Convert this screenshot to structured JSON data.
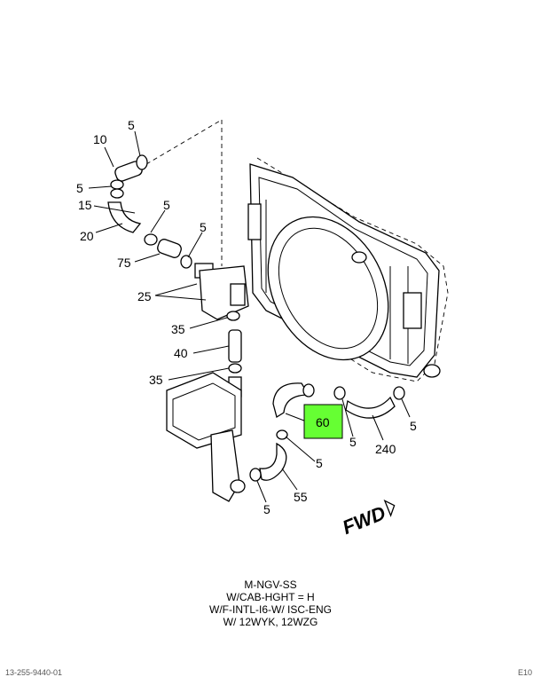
{
  "callouts": {
    "c5a": "5",
    "c10": "10",
    "c5b": "5",
    "c15": "15",
    "c5c": "5",
    "c20": "20",
    "c5d": "5",
    "c75": "75",
    "c25": "25",
    "c35a": "35",
    "c40": "40",
    "c35b": "35",
    "c60": "60",
    "c5e": "5",
    "c5f": "5",
    "c240": "240",
    "c5g": "5",
    "c5h": "5",
    "c55": "55"
  },
  "fwd_label": "FWD",
  "highlight_color": "#66ff33",
  "caption": {
    "line1": "M-NGV-SS",
    "line2": "W/CAB-HGHT = H",
    "line3": "W/F-INTL-I6-W/ ISC-ENG",
    "line4": "W/ 12WYK, 12WZG"
  },
  "footer": {
    "left": "13-255-9440-01",
    "right": "E10"
  }
}
